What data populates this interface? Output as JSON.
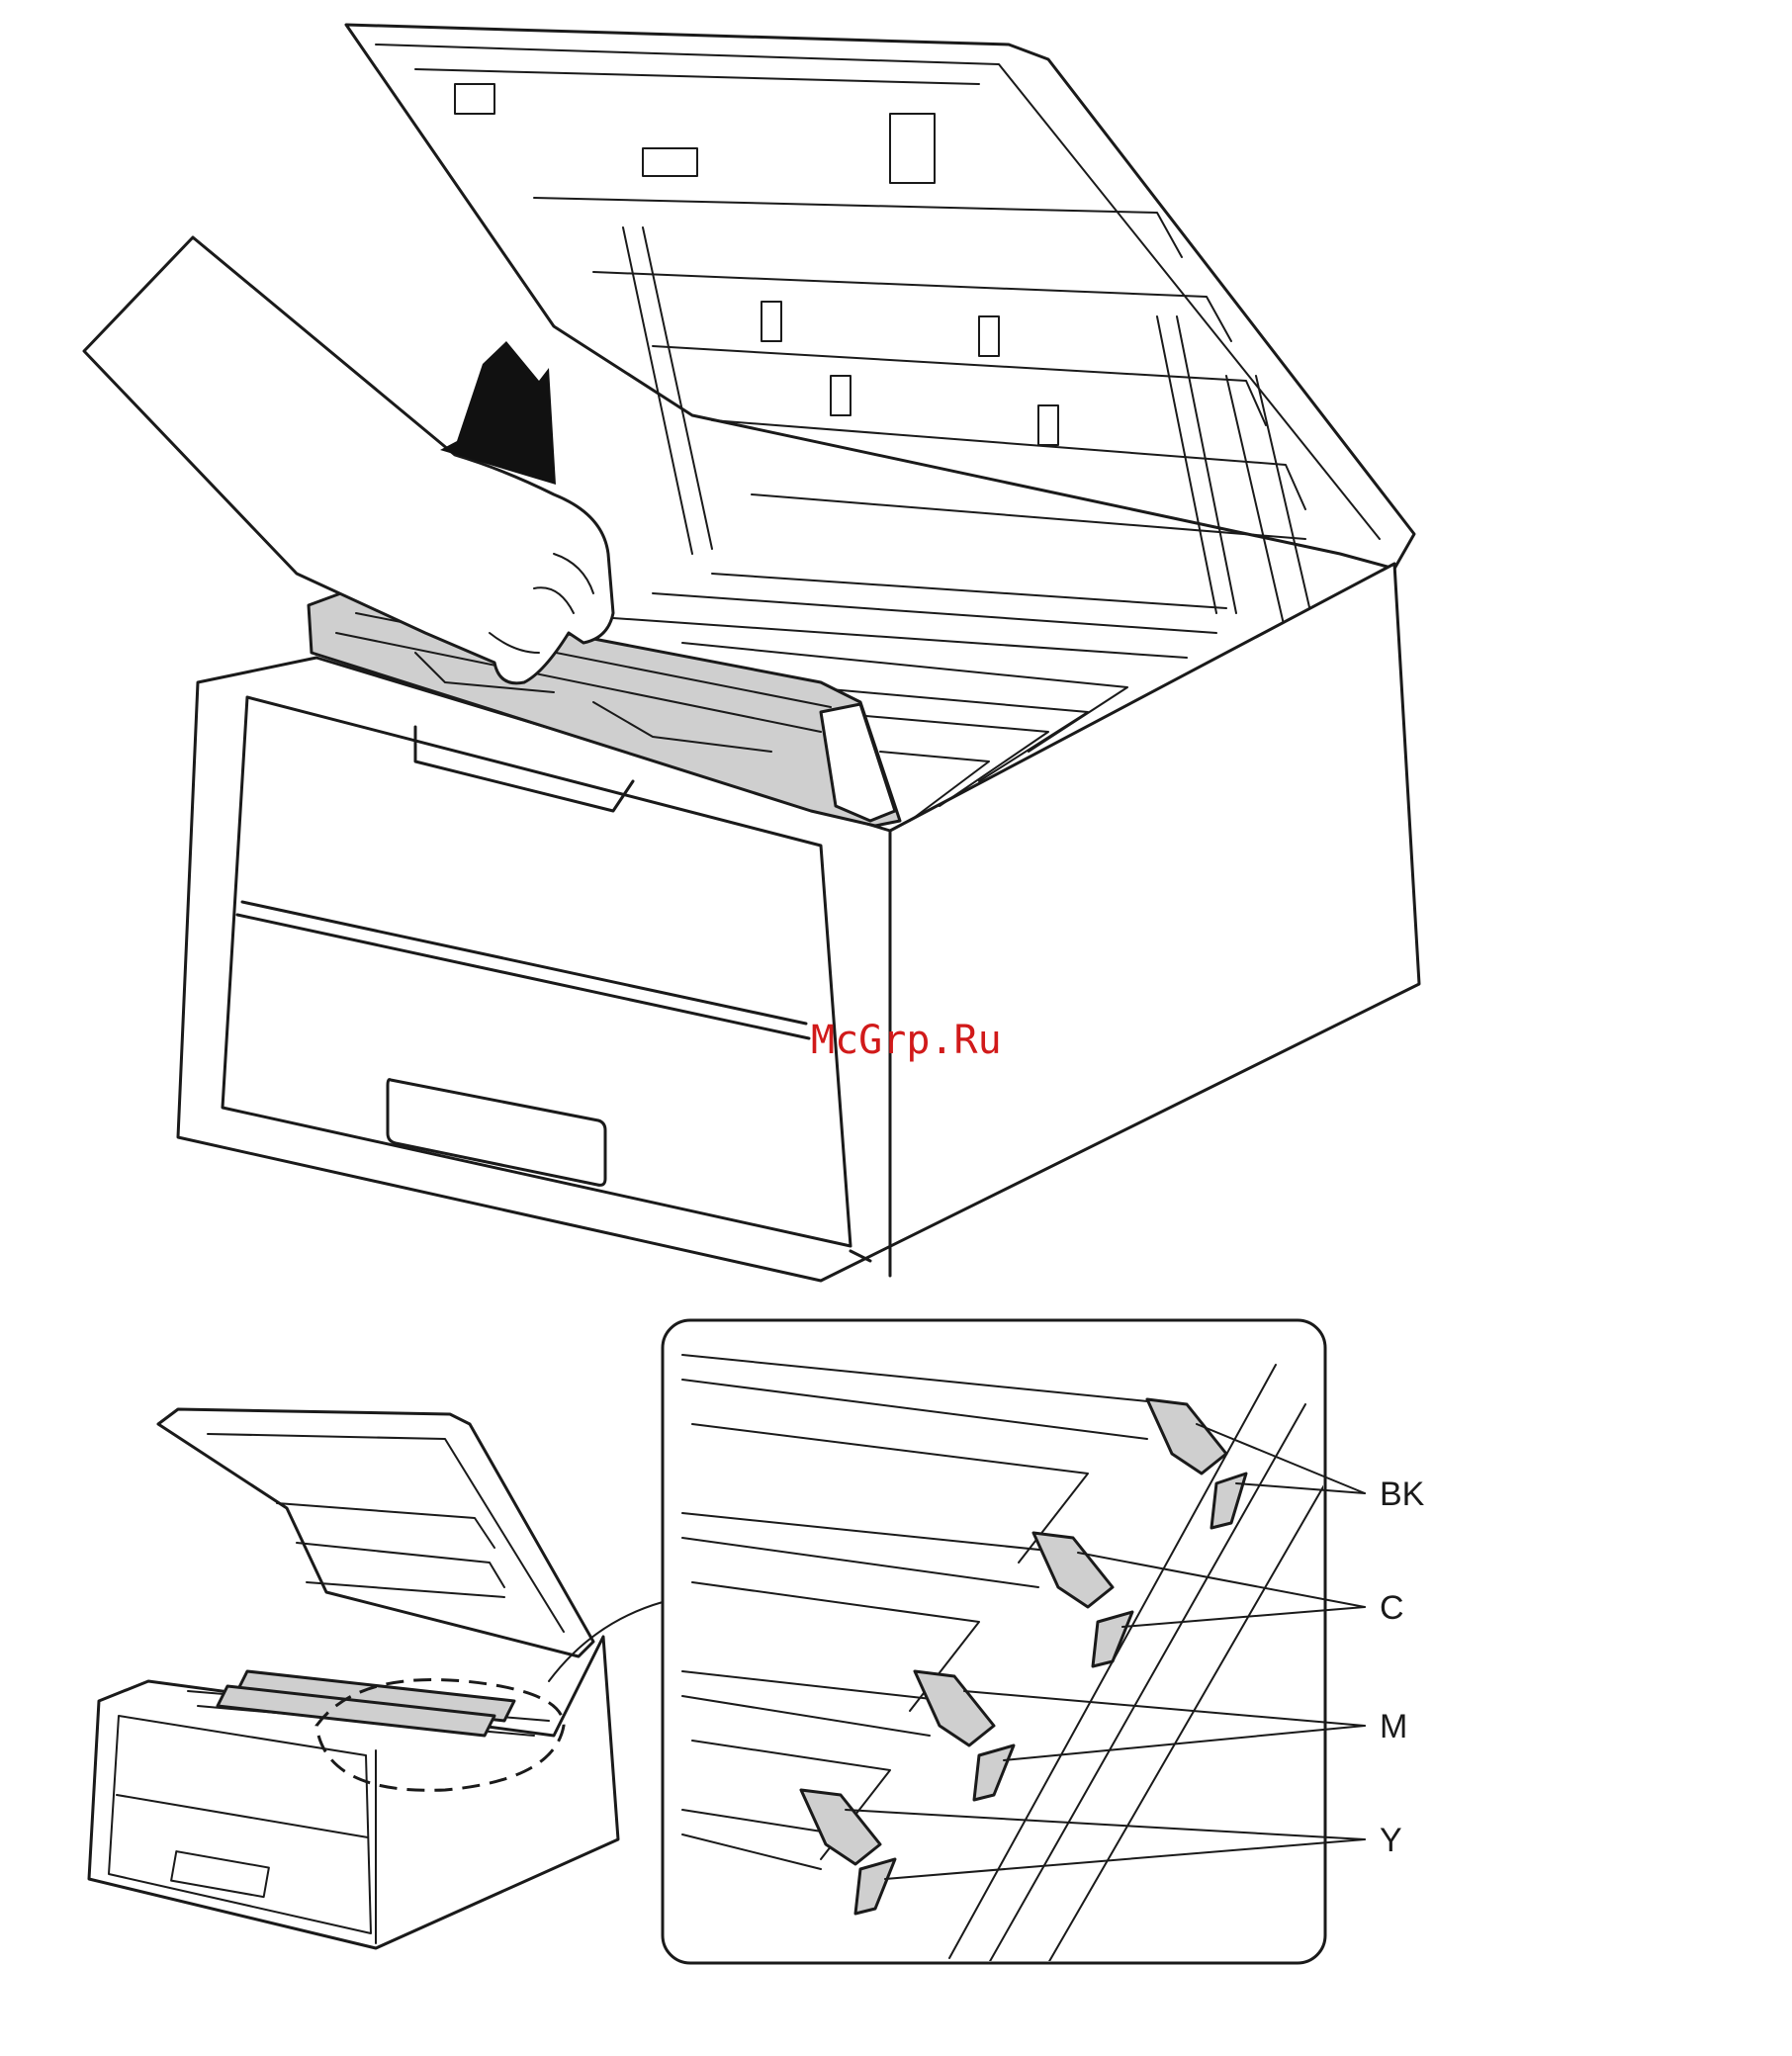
{
  "watermark": "McGrp.Ru",
  "callout_labels": {
    "bk": "BK",
    "c": "C",
    "m": "M",
    "y": "Y"
  },
  "icons": [
    "push-down-arrow",
    "hand",
    "drum-unit",
    "printer",
    "corona-wire-slide"
  ],
  "colors": {
    "ink": "#1a1a1a",
    "part_fill": "#cfcfcf",
    "watermark": "#d11a1a"
  }
}
